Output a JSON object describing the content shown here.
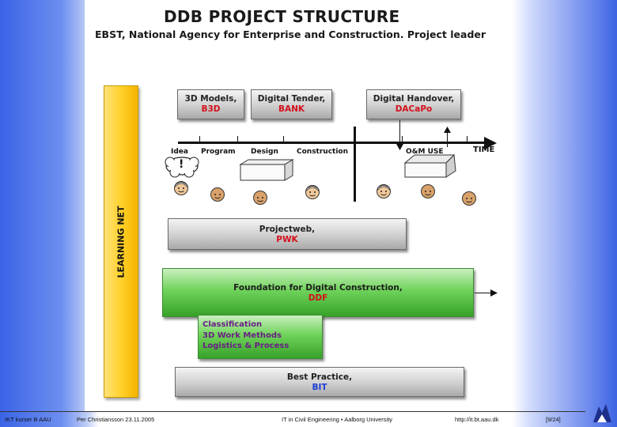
{
  "title": "DDB PROJECT STRUCTURE",
  "subtitle": "EBST, National Agency for Enterprise and Construction. Project leader",
  "top_boxes": [
    {
      "line1": "3D Models,",
      "line2": "B3D"
    },
    {
      "line1": "Digital Tender,",
      "line2": "BANK"
    },
    {
      "line1": "Digital Handover,",
      "line2": "DACaPo"
    }
  ],
  "timeline": {
    "phases": [
      "Idea",
      "Program",
      "Design",
      "Construction",
      "O&M USE"
    ],
    "time_label": "TIME",
    "idea_bubble": "!"
  },
  "learning_net": "LEARNING NET",
  "projectweb": {
    "line1": "Projectweb,",
    "line2": "PWK"
  },
  "foundation": {
    "line1": "Foundation for Digital Construction,",
    "line2": "DDF"
  },
  "classification": {
    "lines": [
      "Classification",
      "3D Work Methods",
      "Logistics & Process"
    ]
  },
  "best_practice": {
    "line1": "Best Practice,",
    "line2": "BIT"
  },
  "footer": {
    "left": "IKT kurser B AAU",
    "author": "Per Christiansson 23.11.2005",
    "center": "IT in Civil Engineering • Aalborg University",
    "url": "http://it.bt.aau.dk",
    "page": "[9/24]"
  },
  "colors": {
    "accent_red": "#d4101b",
    "learning_yellow": "#ffd12a",
    "green": "#6fd35a",
    "grey_box": "#c8c8c8",
    "background_blue": "#3a63e6"
  },
  "icons": [
    "person-icon",
    "building-icon",
    "thought-bubble-icon",
    "aau-logo-icon"
  ]
}
